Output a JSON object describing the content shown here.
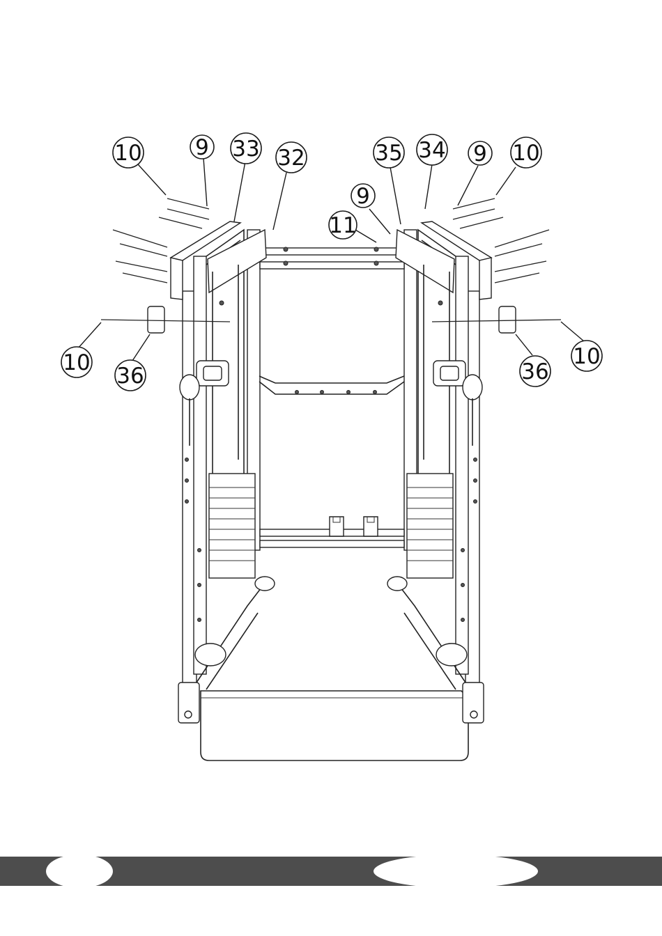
{
  "callouts": [
    {
      "id": "c1",
      "label": "10"
    },
    {
      "id": "c2",
      "label": "9"
    },
    {
      "id": "c3",
      "label": "33"
    },
    {
      "id": "c4",
      "label": "32"
    },
    {
      "id": "c5",
      "label": "35"
    },
    {
      "id": "c6",
      "label": "34"
    },
    {
      "id": "c7",
      "label": "9"
    },
    {
      "id": "c8",
      "label": "10"
    },
    {
      "id": "c9",
      "label": "9"
    },
    {
      "id": "c10",
      "label": "11"
    },
    {
      "id": "c11",
      "label": "10"
    },
    {
      "id": "c12",
      "label": "36"
    },
    {
      "id": "c13",
      "label": "36"
    },
    {
      "id": "c14",
      "label": "10"
    }
  ],
  "colors": {
    "footer_band": "#4d4d4d",
    "line": "#222222"
  }
}
